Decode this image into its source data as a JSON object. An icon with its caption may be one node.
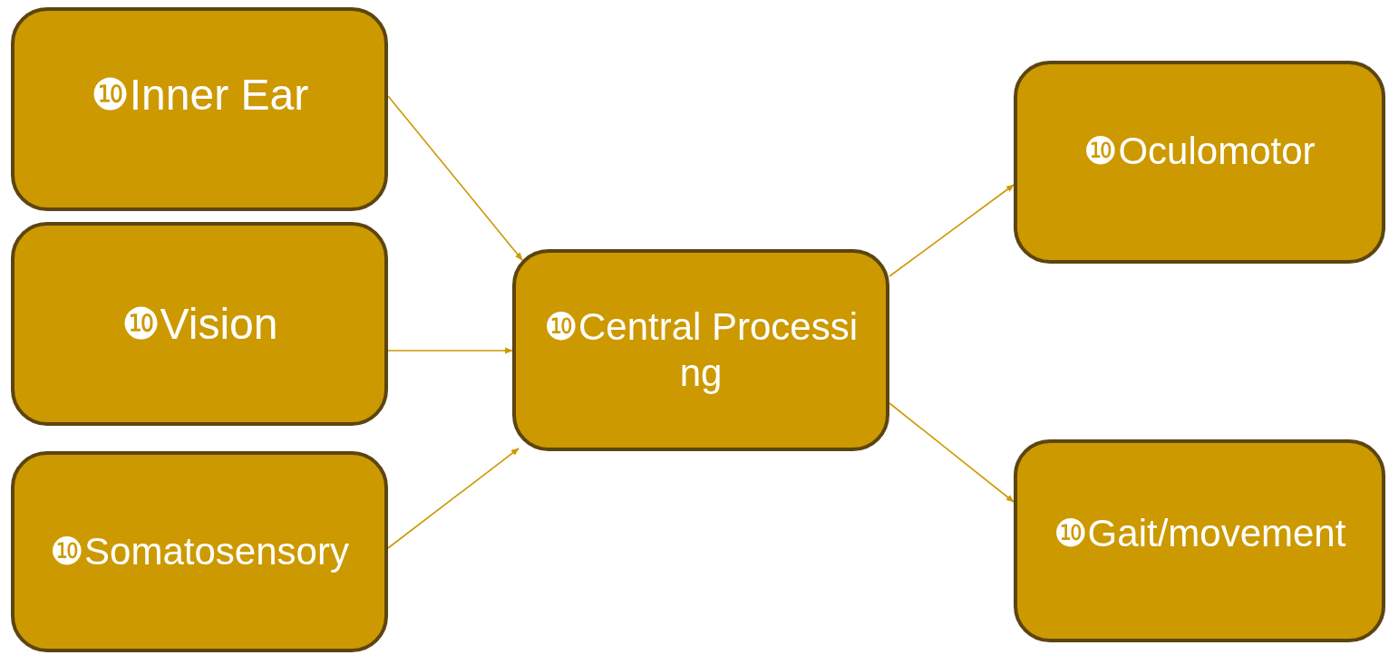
{
  "diagram": {
    "nodes": [
      {
        "text": [
          "❿Inner Ear"
        ]
      },
      {
        "text": [
          "❿Vision"
        ]
      },
      {
        "text": [
          "❿Somatosensory"
        ]
      },
      {
        "text": [
          "❿Central Processing"
        ]
      },
      {
        "text": [
          "❿Oculomotor"
        ]
      },
      {
        "text": [
          "❿Gait/movement"
        ]
      }
    ],
    "edges": [
      {
        "from": 0,
        "to": 3,
        "arrow": "to"
      },
      {
        "from": 1,
        "to": 3,
        "arrow": "to"
      },
      {
        "from": 2,
        "to": 3,
        "arrow": "to"
      },
      {
        "from": 3,
        "to": 4,
        "arrow": "to"
      },
      {
        "from": 3,
        "to": 5,
        "arrow": "to"
      }
    ]
  }
}
